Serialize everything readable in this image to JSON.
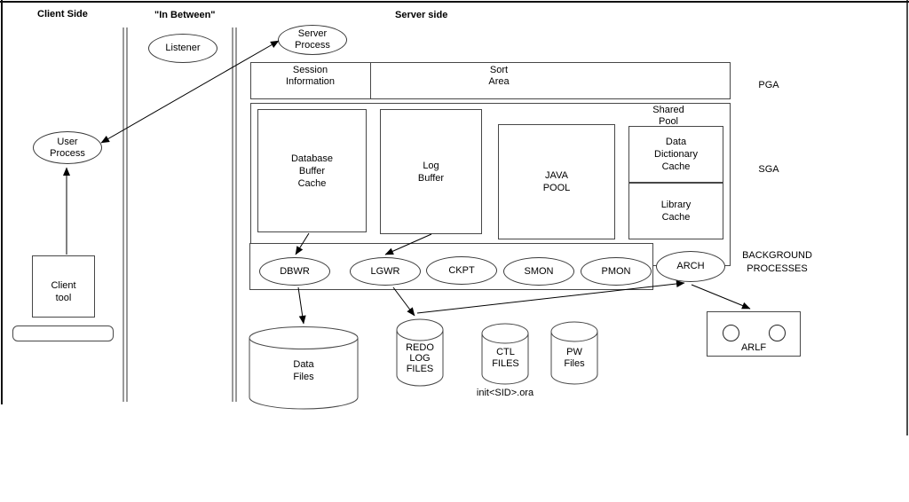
{
  "titles": {
    "client_side": "Client Side",
    "in_between": "\"In Between\"",
    "server_side": "Server side"
  },
  "client": {
    "user_process": "User\nProcess",
    "client_tool": "Client\ntool"
  },
  "network": {
    "listener": "Listener"
  },
  "server": {
    "server_process": "Server\nProcess",
    "pga": {
      "label": "PGA",
      "session_information": "Session\nInformation",
      "sort_area": "Sort\nArea"
    },
    "sga": {
      "label": "SGA",
      "database_buffer_cache": "Database\nBuffer\nCache",
      "log_buffer": "Log\nBuffer",
      "java_pool": "JAVA\nPOOL",
      "shared_pool": "Shared\nPool",
      "data_dictionary_cache": "Data\nDictionary\nCache",
      "library_cache": "Library\nCache"
    },
    "background_processes": {
      "label": "BACKGROUND\nPROCESSES",
      "dbwr": "DBWR",
      "lgwr": "LGWR",
      "ckpt": "CKPT",
      "smon": "SMON",
      "pmon": "PMON",
      "arch": "ARCH"
    }
  },
  "files": {
    "data_files": "Data\nFiles",
    "redo_log_files": "REDO\nLOG\nFILES",
    "ctl_files": "CTL\nFILES",
    "pw_files": "PW\nFiles",
    "init_ora": "init<SID>.ora",
    "arlf": "ARLF"
  },
  "colors": {
    "background": "#ffffff",
    "shape_border": "#474747",
    "connector": "#000000"
  }
}
